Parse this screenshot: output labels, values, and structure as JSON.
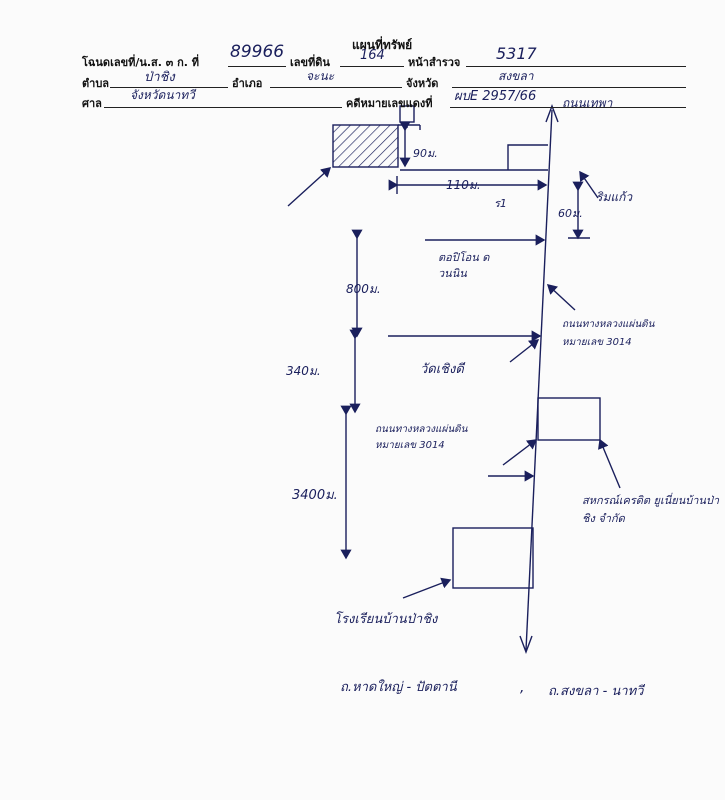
{
  "header": {
    "title": "แผนที่ทรัพย์",
    "deed_label": "โฉนดเลขที่/น.ส. ๓ ก. ที่",
    "deed_no": "89966",
    "land_no_label": "เลขที่ดิน",
    "land_no": "164",
    "survey_page_label": "หน้าสำรวจ",
    "survey_page": "5317",
    "subdistrict_label": "ตำบล",
    "subdistrict": "ป่าชิง",
    "district_label": "อำเภอ",
    "district": "จะนะ",
    "province_label": "จังหวัด",
    "province": "สงขลา",
    "court_label": "ศาล",
    "court": "จังหวัดนาทวี",
    "case_label": "คดีหมายเลขแดงที่",
    "case_no": "ผบE 2957/66"
  },
  "map": {
    "label_top_road": "ถนนเทพา",
    "dist_90": "90ม.",
    "dist_110": "110ม.",
    "dist_60": "60ม.",
    "marker_label": "ร1",
    "label_roadside": "ริมแก้ว",
    "label_school": "ตอปิโอน ดวนนิน",
    "dist_800": "800ม.",
    "label_highway_north": "ถนนทางหลวงแผ่นดิน หมายเลข 3014",
    "dist_340": "340ม.",
    "label_mosque": "วัดเชิงดี",
    "label_highway_south": "ถนนทางหลวงแผ่นดิน หมายเลข 3014",
    "dist_3400": "3400ม.",
    "label_coop": "สหกรณ์เครดิต ยูเนี่ยนบ้านป่าชิง จำกัด",
    "label_school_bottom": "โรงเรียนบ้านป่าชิง",
    "label_bottom_left": "ถ.หาดใหญ่ - ปัตตานี",
    "comma": ",",
    "label_bottom_right": "ถ.สงขลา - นาทวี"
  }
}
